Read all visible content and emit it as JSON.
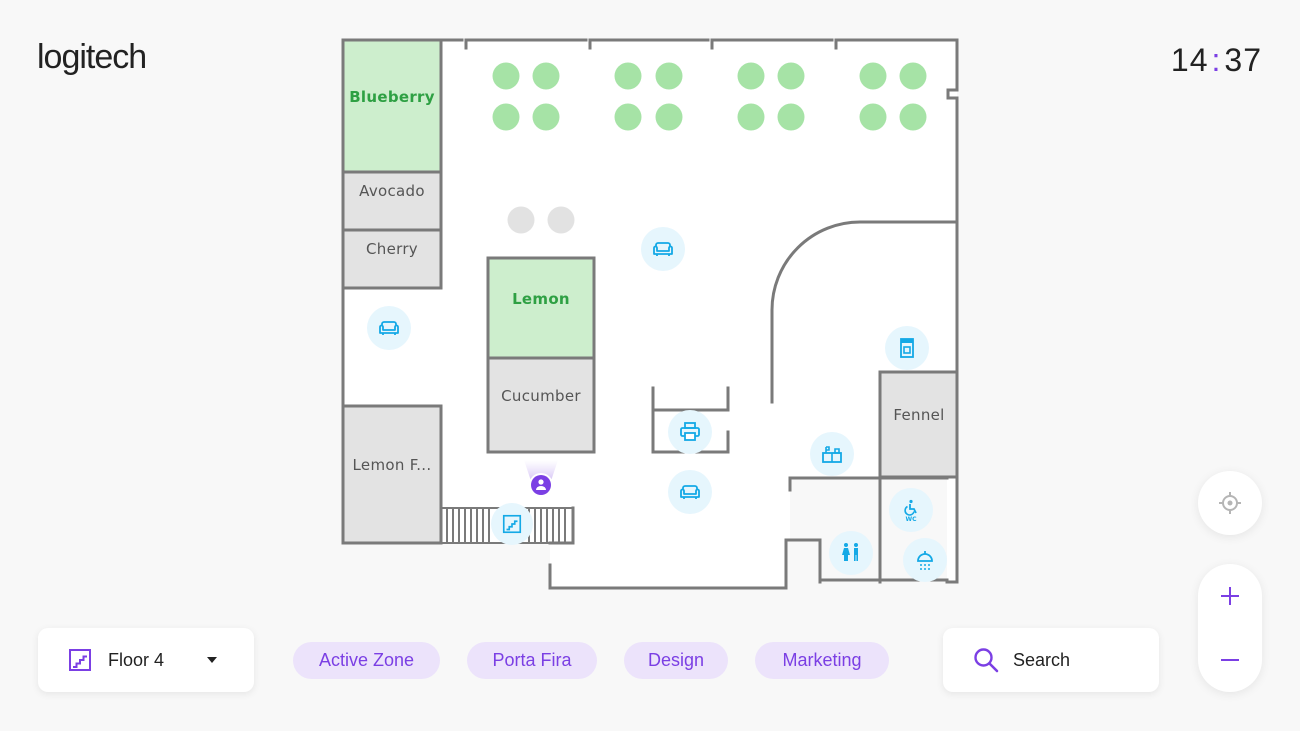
{
  "brand": {
    "logo_text": "logitech"
  },
  "clock": {
    "hours": "14",
    "minutes": "37"
  },
  "colors": {
    "accent": "#7b3fe4",
    "chip_bg": "#ece3fb",
    "room_free": "#cdeecd",
    "room_busy": "#e3e3e3",
    "icon_blue": "#14a9e6",
    "desk_green": "#a6e3a6"
  },
  "rooms": [
    {
      "name": "Blueberry",
      "status": "available"
    },
    {
      "name": "Avocado",
      "status": "occupied"
    },
    {
      "name": "Cherry",
      "status": "occupied"
    },
    {
      "name": "Lemon",
      "status": "available"
    },
    {
      "name": "Cucumber",
      "status": "occupied"
    },
    {
      "name": "Lemon F...",
      "status": "occupied"
    },
    {
      "name": "Fennel",
      "status": "occupied"
    }
  ],
  "map_icons": [
    "sofa-icon",
    "printer-icon",
    "stairs-icon",
    "coffee-machine-icon",
    "kitchen-icon",
    "accessible-wc-icon",
    "restroom-icon",
    "shower-icon",
    "you-are-here-icon"
  ],
  "floor_selector": {
    "label": "Floor 4",
    "icon": "stairs-icon"
  },
  "chips": [
    "Active Zone",
    "Porta Fira",
    "Design",
    "Marketing"
  ],
  "search": {
    "label": "Search"
  },
  "controls": {
    "locate": "crosshair-icon",
    "zoom_in": "+",
    "zoom_out": "−"
  }
}
